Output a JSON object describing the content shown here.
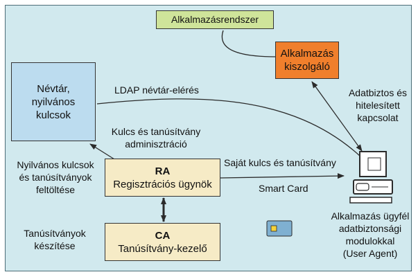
{
  "colors": {
    "background": "#d1e9ee",
    "app_system_fill": "#cfe49a",
    "app_server_fill": "#f07f2c",
    "directory_fill": "#bcdcef",
    "ra_ca_fill": "#f6ebc6",
    "line": "#2b2b2b"
  },
  "boxes": {
    "app_system": "Alkalmazásrendszer",
    "app_server": {
      "line1": "Alkalmazás",
      "line2": "kiszolgáló"
    },
    "directory": {
      "line1": "Névtár,",
      "line2": "nyilvános",
      "line3": "kulcsok"
    },
    "ra": {
      "title": "RA",
      "subtitle": "Regisztrációs ügynök"
    },
    "ca": {
      "title": "CA",
      "subtitle": "Tanúsítvány-kezelő"
    }
  },
  "labels": {
    "ldap": "LDAP névtár-elérés",
    "secure_conn": {
      "line1": "Adatbiztos és",
      "line2": "hitelesített",
      "line3": "kapcsolat"
    },
    "key_admin": {
      "line1": "Kulcs és tanúsítvány",
      "line2": "adminisztráció"
    },
    "own_key": "Saját kulcs és tanúsítvány",
    "smart_card": "Smart Card",
    "public_upload": {
      "line1": "Nyilvános kulcsok",
      "line2": "és tanúsítványok",
      "line3": "feltöltése"
    },
    "cert_make": {
      "line1": "Tanúsítványok",
      "line2": "készítése"
    },
    "client": {
      "line1": "Alkalmazás ügyfél",
      "line2": "adatbiztonsági",
      "line3": "modulokkal",
      "line4": "(User Agent)"
    }
  },
  "icons": {
    "computer": "computer-icon",
    "smart_card": "smart-card-icon"
  }
}
